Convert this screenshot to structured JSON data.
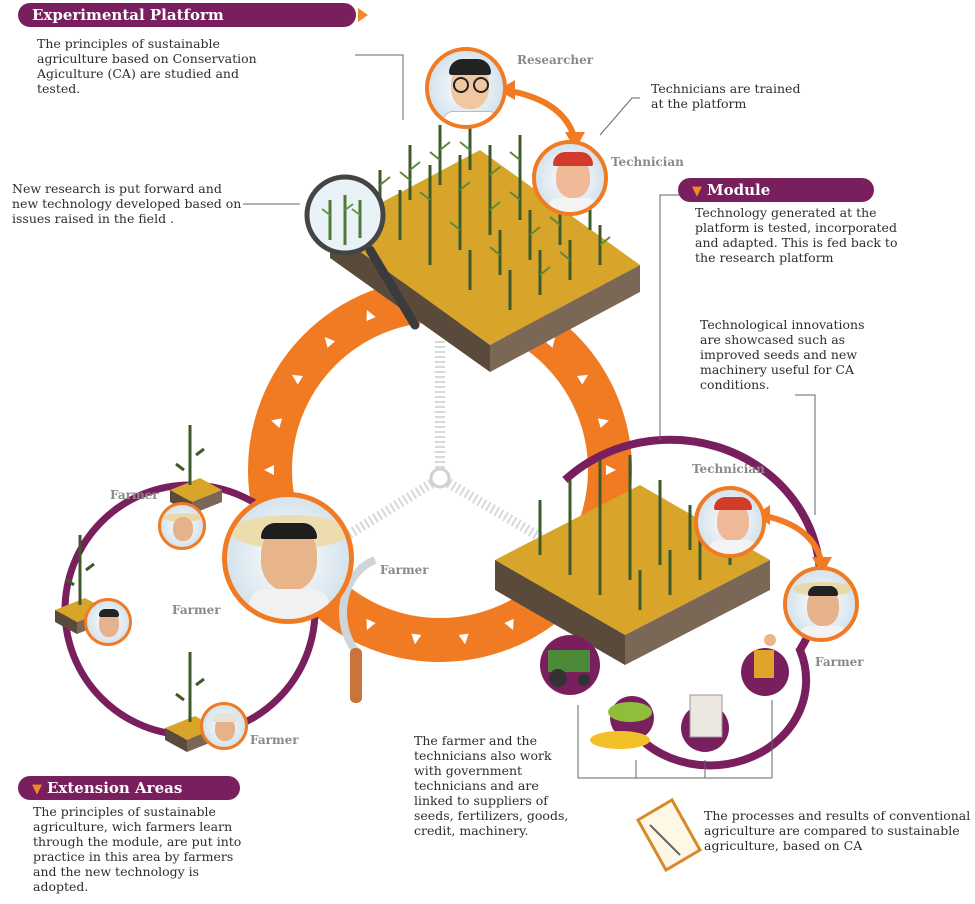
{
  "sections": {
    "experimental_platform": {
      "title": "Experimental Platform",
      "text": "The principles of sustainable agriculture based on Conservation Agiculture (CA) are studied and tested."
    },
    "module": {
      "title": "Module",
      "text": "Technology generated at the platform is tested, incorporated and adapted. This is fed back to the research platform"
    },
    "extension_areas": {
      "title": "Extension Areas",
      "text": "The principles of sustainable agriculture, wich farmers learn through the module, are put into practice in this area by farmers and the new technology is adopted."
    }
  },
  "annotations": {
    "new_research": "New research is put forward and new technology developed based on issues raised in the field .",
    "technicians_trained": "Technicians are trained at the platform",
    "innovations": "Technological innovations are showcased such as improved seeds and new machinery useful for CA conditions.",
    "government": "The farmer and the technicians also work with government technicians and are linked to suppliers of seeds, fertilizers, goods, credit, machinery.",
    "comparison": "The processes and results of conventional agriculture are compared to sustainable agriculture, based on CA"
  },
  "people": {
    "researcher": "Researcher",
    "technician_top": "Technician",
    "technician_right": "Technician",
    "farmer_right": "Farmer",
    "farmer_center": "Farmer",
    "farmer_sickle": "Farmer",
    "farmer_left_top": "Farmer",
    "farmer_left_bottom": "Farmer"
  },
  "colors": {
    "banner": "#7a1f5e",
    "ring": "#f07b22",
    "purple_ring": "#7a1f5e",
    "soil": "#6b5a4a",
    "crop": "#d9a326"
  }
}
